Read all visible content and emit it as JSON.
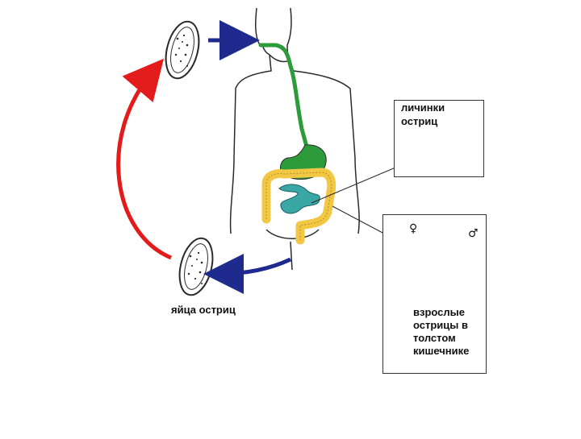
{
  "labels": {
    "larvae_line1": "личинки",
    "larvae_line2": "остриц",
    "eggs": "яйца остриц",
    "adults_line1": "взрослые",
    "adults_line2": "острицы в",
    "adults_line3": "толстом",
    "adults_line4": "кишечнике"
  },
  "symbols": {
    "female": "♀",
    "male": "♂"
  },
  "colors": {
    "arrow_top": "#1f2a8f",
    "arrow_bottom": "#1f2a8f",
    "arrow_cycle": "#e31b1b",
    "esophagus_stomach": "#2e9b3a",
    "large_intestine": "#f2c744",
    "small_intestine": "#3aa7a7",
    "outline": "#2a2a2a"
  }
}
